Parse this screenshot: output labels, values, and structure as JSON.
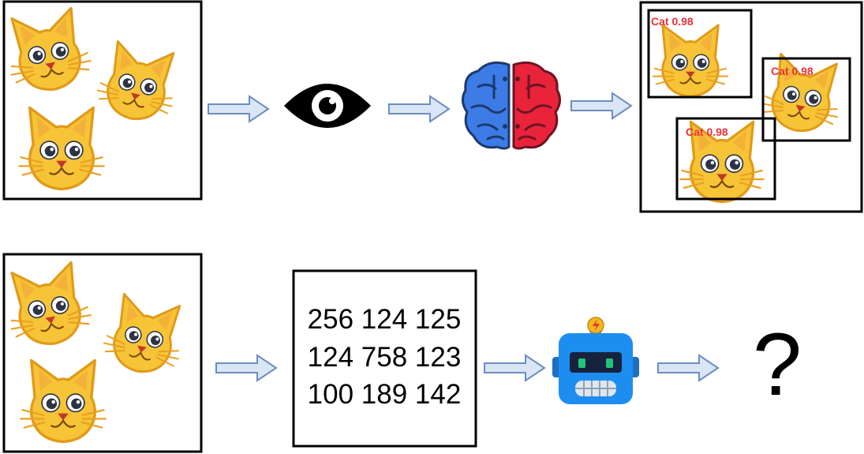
{
  "top_row": {
    "detections": [
      {
        "label": "Cat",
        "score": "0.98"
      },
      {
        "label": "Cat",
        "score": "0.98"
      },
      {
        "label": "Cat",
        "score": "0.98"
      }
    ]
  },
  "bottom_row": {
    "matrix_rows": [
      "256 124 125",
      "124 758 123",
      "100 189 142"
    ],
    "unknown_symbol": "?"
  },
  "icons": {
    "cat": "cat-face-icon",
    "eye": "eye-icon",
    "brain": "brain-icon",
    "robot": "robot-icon",
    "arrow": "arrow-right-icon"
  },
  "colors": {
    "cat_fill": "#f7c437",
    "cat_stroke": "#e19a1a",
    "arrow_fill": "#dae6f6",
    "arrow_stroke": "#6c8ebf",
    "brain_left": "#3d7be6",
    "brain_right": "#e8233a",
    "robot_body": "#1e8df0",
    "label_red": "#e8333a"
  }
}
